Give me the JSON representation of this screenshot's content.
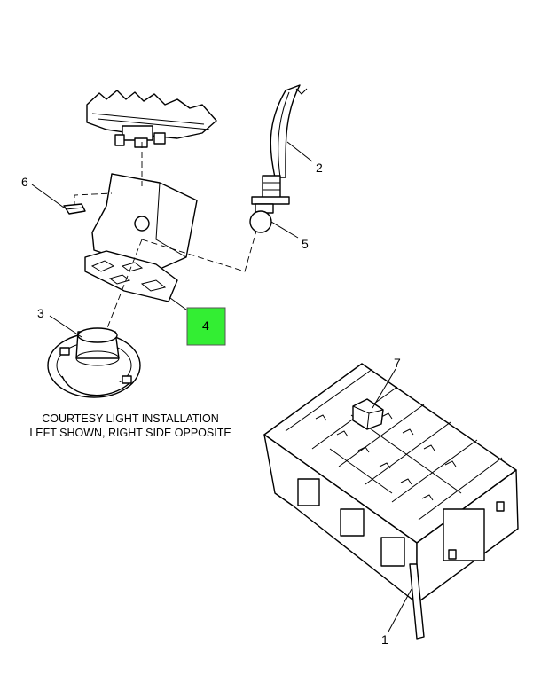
{
  "caption": {
    "line1": "COURTESY LIGHT INSTALLATION",
    "line2": "LEFT SHOWN, RIGHT SIDE OPPOSITE"
  },
  "callouts": {
    "c1": "1",
    "c2": "2",
    "c3": "3",
    "c4": "4",
    "c5": "5",
    "c6": "6",
    "c7": "7"
  },
  "colors": {
    "highlight": "#33ee33",
    "line": "#000000",
    "background": "#ffffff"
  },
  "highlighted_callout": "4"
}
